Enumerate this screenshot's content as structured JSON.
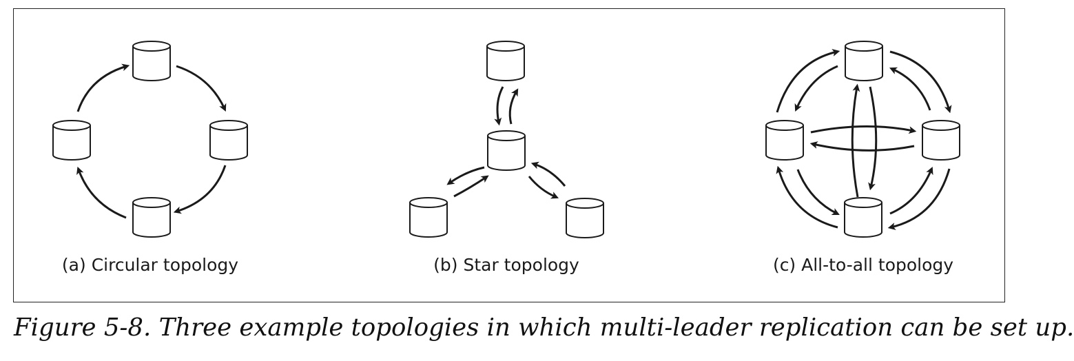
{
  "panels": [
    {
      "label": "(a) Circular topology"
    },
    {
      "label": "(b) Star topology"
    },
    {
      "label": "(c) All-to-all topology"
    }
  ],
  "caption": "Figure 5-8. Three example topologies in which multi-leader replication can be set up.",
  "colors": {
    "stroke": "#1a1a1a",
    "fill": "#ffffff",
    "border": "#222222"
  }
}
